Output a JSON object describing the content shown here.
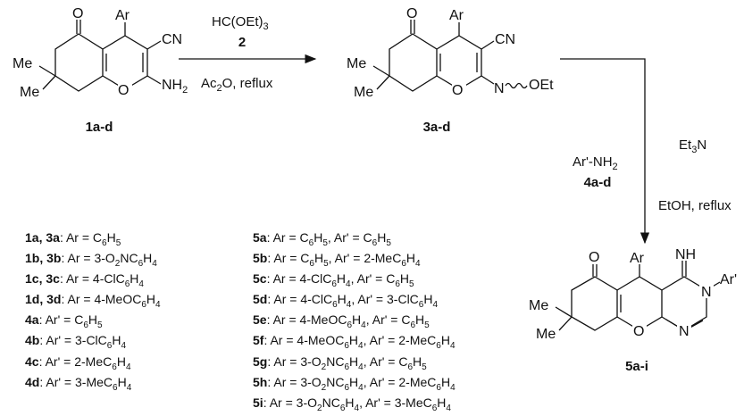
{
  "compounds": {
    "c1": "1a-d",
    "c3": "3a-d",
    "c5": "5a-i",
    "c2": "2",
    "c4": "4a-d"
  },
  "atoms": {
    "o": "O",
    "ar": "Ar",
    "cn": "CN",
    "me": "Me",
    "nh2": "NH",
    "n": "N",
    "oet": "OEt",
    "nh": "NH",
    "arp": "Ar'"
  },
  "reagents": {
    "step1_top": "HC(OEt)",
    "step1_bottom": "Ac",
    "step1_bottom_rest": "O, reflux",
    "amine": "Ar'-NH",
    "base": "Et",
    "base_rest": "N",
    "solvent": "EtOH, reflux"
  },
  "definitions_left": [
    {
      "id": "1a, 3a",
      "text": ": Ar = C6H5"
    },
    {
      "id": "1b, 3b",
      "text": ": Ar = 3-O2NC6H4"
    },
    {
      "id": "1c, 3c",
      "text": ": Ar = 4-ClC6H4"
    },
    {
      "id": "1d, 3d",
      "text": ": Ar = 4-MeOC6H4"
    },
    {
      "id": "4a",
      "text": ": Ar' = C6H5"
    },
    {
      "id": "4b",
      "text": ": Ar' = 3-ClC6H4"
    },
    {
      "id": "4c",
      "text": ": Ar' = 2-MeC6H4"
    },
    {
      "id": "4d",
      "text": ": Ar' = 3-MeC6H4"
    }
  ],
  "definitions_right": [
    {
      "id": "5a",
      "text": ": Ar = C6H5, Ar' = C6H5"
    },
    {
      "id": "5b",
      "text": ": Ar = C6H5, Ar' = 2-MeC6H4"
    },
    {
      "id": "5c",
      "text": ": Ar = 4-ClC6H4, Ar' = C6H5"
    },
    {
      "id": "5d",
      "text": ": Ar = 4-ClC6H4, Ar' = 3-ClC6H4"
    },
    {
      "id": "5e",
      "text": ": Ar = 4-MeOC6H4, Ar' = C6H5"
    },
    {
      "id": "5f",
      "text": ": Ar = 4-MeOC6H4, Ar' = 2-MeC6H4"
    },
    {
      "id": "5g",
      "text": ": Ar = 3-O2NC6H4, Ar' = C6H5"
    },
    {
      "id": "5h",
      "text": ": Ar = 3-O2NC6H4, Ar' = 2-MeC6H4"
    },
    {
      "id": "5i",
      "text": ": Ar = 3-O2NC6H4, Ar' = 3-MeC6H4"
    }
  ]
}
